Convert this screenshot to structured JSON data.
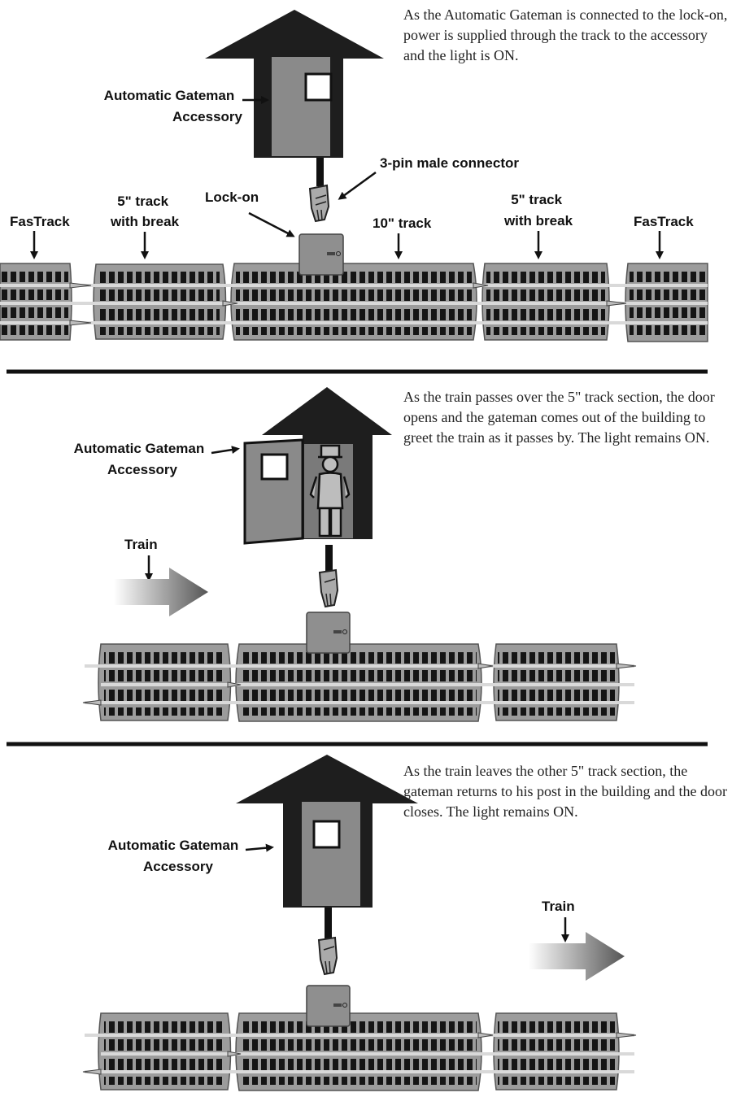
{
  "colors": {
    "ink": "#111111",
    "house_roof": "#1e1e1e",
    "door_gray": "#8a8a8a",
    "track_gray": "#9c9c9c",
    "track_edge": "#555555",
    "rail": "#d9d9d9"
  },
  "panels": [
    {
      "description": "As the Automatic Gateman is connected to the lock-on, power is supplied through the track to the accessory and the light is ON.",
      "labels": {
        "accessory": [
          "Automatic Gateman",
          "Accessory"
        ],
        "connector": "3-pin male connector",
        "lockon": "Lock-on",
        "fastrack_left": "FasTrack",
        "track5_left": [
          "5\" track",
          "with break"
        ],
        "track10": "10\" track",
        "track5_right": [
          "5\" track",
          "with break"
        ],
        "fastrack_right": "FasTrack"
      }
    },
    {
      "description": "As the train passes over the 5\" track section, the door opens and the gateman comes out of the building to greet the train as it passes by.  The light remains ON.",
      "labels": {
        "accessory": [
          "Automatic Gateman",
          "Accessory"
        ],
        "train": "Train"
      }
    },
    {
      "description": "As the train leaves the other 5\" track section, the gateman returns to his post in the building and the door closes.  The light remains ON.",
      "labels": {
        "accessory": [
          "Automatic Gateman",
          "Accessory"
        ],
        "train": "Train"
      }
    }
  ]
}
